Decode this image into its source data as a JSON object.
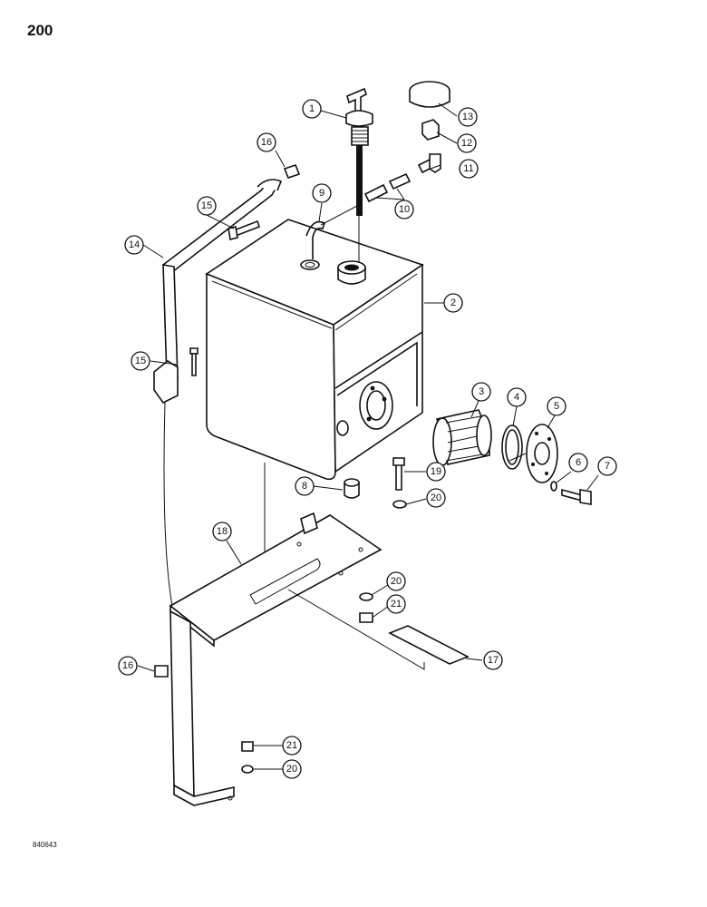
{
  "page": {
    "number": "200",
    "drawing_id": "840643"
  },
  "callouts": [
    {
      "id": "c1",
      "label": "1"
    },
    {
      "id": "c2",
      "label": "2"
    },
    {
      "id": "c3",
      "label": "3"
    },
    {
      "id": "c4",
      "label": "4"
    },
    {
      "id": "c5",
      "label": "5"
    },
    {
      "id": "c6",
      "label": "6"
    },
    {
      "id": "c7",
      "label": "7"
    },
    {
      "id": "c8",
      "label": "8"
    },
    {
      "id": "c9",
      "label": "9"
    },
    {
      "id": "c10",
      "label": "10"
    },
    {
      "id": "c11",
      "label": "11"
    },
    {
      "id": "c12",
      "label": "12"
    },
    {
      "id": "c13",
      "label": "13"
    },
    {
      "id": "c14",
      "label": "14"
    },
    {
      "id": "c15a",
      "label": "15"
    },
    {
      "id": "c15b",
      "label": "15"
    },
    {
      "id": "c16a",
      "label": "16"
    },
    {
      "id": "c16b",
      "label": "16"
    },
    {
      "id": "c17",
      "label": "17"
    },
    {
      "id": "c18",
      "label": "18"
    },
    {
      "id": "c19",
      "label": "19"
    },
    {
      "id": "c20a",
      "label": "20"
    },
    {
      "id": "c20b",
      "label": "20"
    },
    {
      "id": "c20c",
      "label": "20"
    },
    {
      "id": "c21a",
      "label": "21"
    },
    {
      "id": "c21b",
      "label": "21"
    }
  ]
}
